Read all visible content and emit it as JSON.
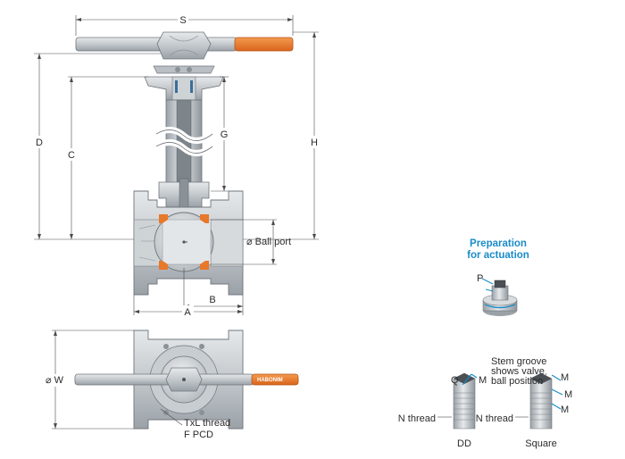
{
  "dimensions": {
    "s": "S",
    "d": "D",
    "c": "C",
    "g": "G",
    "h": "H",
    "b": "B",
    "a": "A",
    "ball_port": "⌀ Ball port",
    "w": "⌀ W",
    "thread": "TxL thread",
    "pcd": "F PCD"
  },
  "actuation": {
    "title_line1": "Preparation",
    "title_line2": "for actuation",
    "p": "P"
  },
  "stem": {
    "groove_line1": "Stem groove",
    "groove_line2": "shows valve",
    "groove_line3": "ball position",
    "q": "Q",
    "m_dd": "M",
    "m_sq_1": "M",
    "m_sq_2": "M",
    "m_sq_3": "M",
    "n_thread_dd": "N thread",
    "n_thread_sq": "N thread",
    "dd_label": "DD",
    "square_label": "Square"
  },
  "handle_brand": "HABONIM",
  "colors": {
    "accent_blue": "#1a8cc7",
    "handle_orange": "#e8782a",
    "metal_light": "#d8dcdf",
    "metal_mid": "#b9bfc4",
    "metal_dark": "#6f767c"
  }
}
